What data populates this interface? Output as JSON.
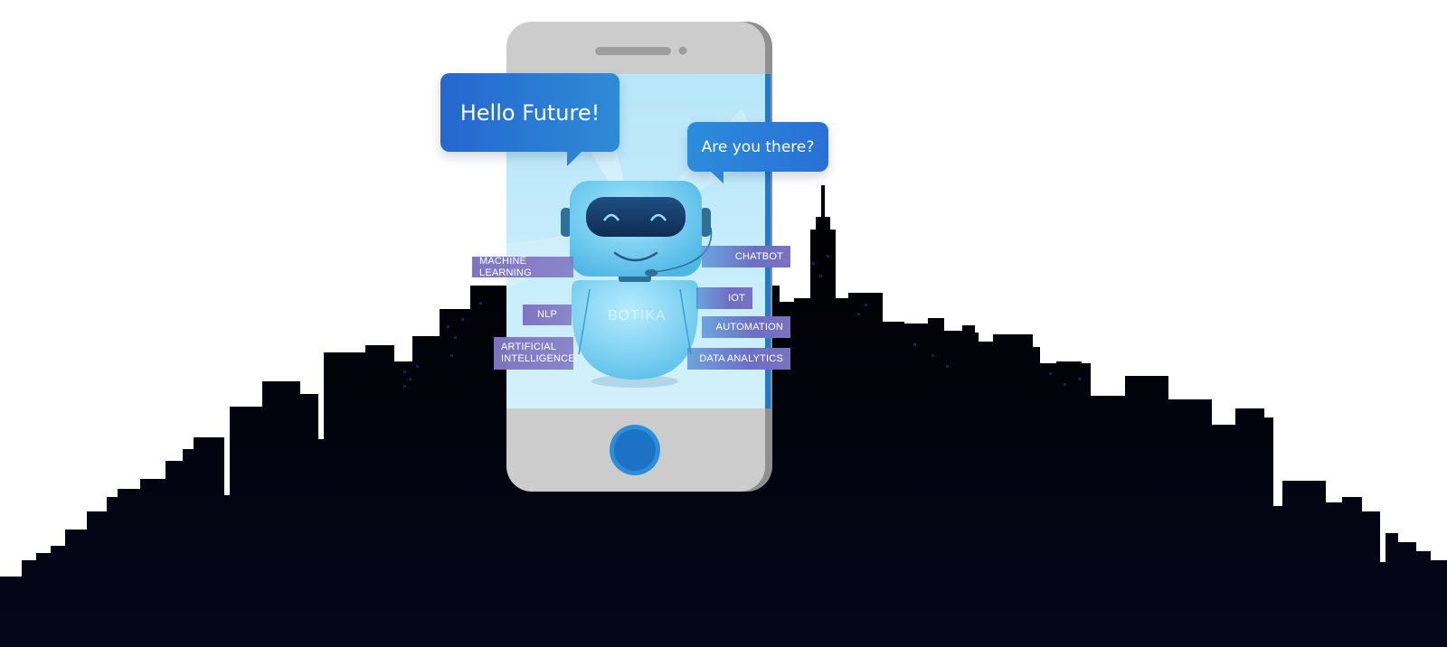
{
  "bubbles": {
    "hello": "Hello Future!",
    "question": "Are you there?"
  },
  "robot": {
    "name": "BOTIKA"
  },
  "tags": {
    "machine_learning": "MACHINE LEARNING",
    "nlp": "NLP",
    "artificial_intelligence_line1": "ARTIFICIAL",
    "artificial_intelligence_line2": "INTELLIGENCE",
    "chatbot": "CHATBOT",
    "iot": "IOT",
    "automation": "AUTOMATION",
    "data_analytics": "DATA ANALYTICS"
  },
  "colors": {
    "skyline": "#03040f",
    "phone_body": "#c9c9c9",
    "screen": "#c6ecfb",
    "home_button": "#1d72c6",
    "robot": "#6fd0f2"
  }
}
